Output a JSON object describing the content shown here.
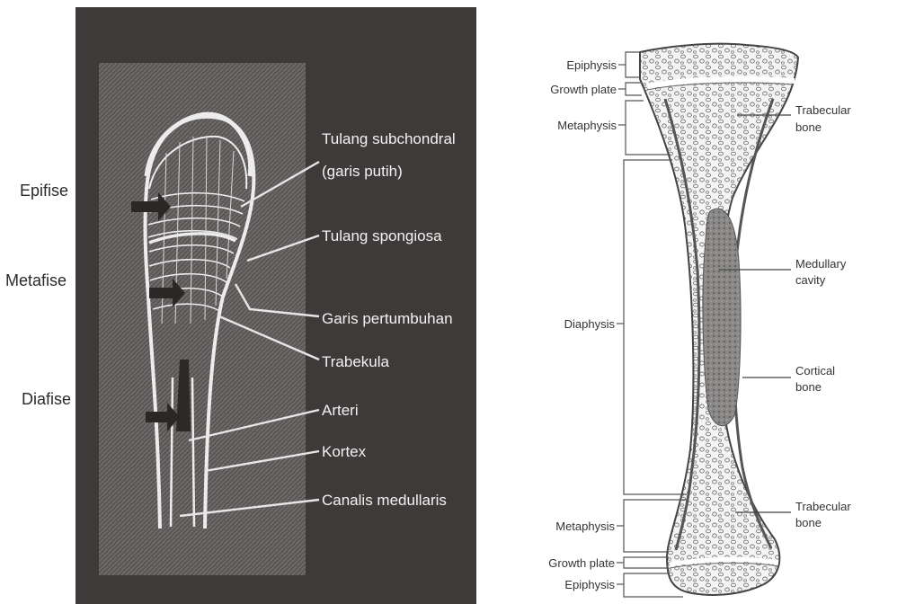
{
  "left_diagram": {
    "side_labels": [
      "Epifise",
      "Metafise",
      "Diafise"
    ],
    "callouts": [
      "Tulang subchondral",
      "(garis putih)",
      "Tulang spongiosa",
      "Garis pertumbuhan",
      "Trabekula",
      "Arteri",
      "Kortex",
      "Canalis medullaris"
    ]
  },
  "right_diagram": {
    "left_labels": [
      "Epiphysis",
      "Growth plate",
      "Metaphysis",
      "Diaphysis",
      "Metaphysis",
      "Growth plate",
      "Epiphysis"
    ],
    "right_labels": {
      "trabecular_top": [
        "Trabecular",
        "bone"
      ],
      "medullary": [
        "Medullary",
        "cavity"
      ],
      "cortical": [
        "Cortical",
        "bone"
      ],
      "trabecular_bottom": [
        "Trabecular",
        "bone"
      ]
    }
  },
  "colors": {
    "panel_dark": "#3e3a39",
    "panel_texture": "#6e6a68",
    "line_light": "#e8e8e8",
    "bone_texture": "#8a8a8a",
    "medullary_fill": "#6a6a6a"
  }
}
